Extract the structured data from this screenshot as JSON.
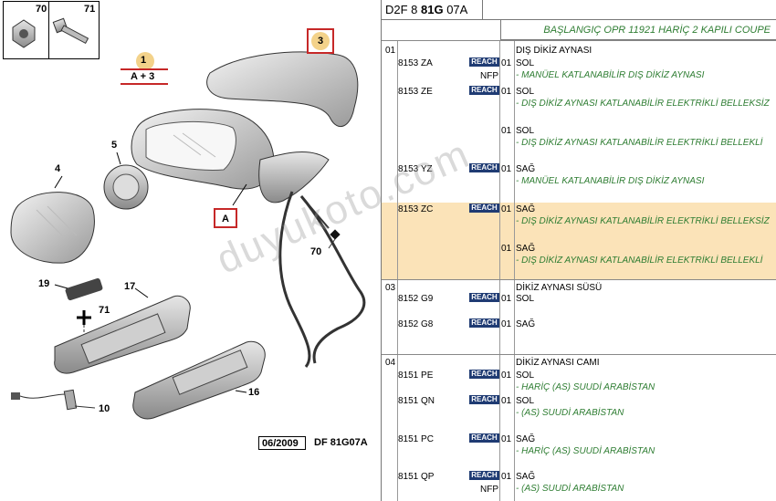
{
  "diagram": {
    "callouts": [
      "70",
      "71",
      "1",
      "A + 3",
      "3",
      "5",
      "4",
      "A",
      "70",
      "19",
      "17",
      "71",
      "16",
      "10"
    ],
    "date": "06/2009",
    "code": "DF 81G07A"
  },
  "header": {
    "code_prefix": "D2F 8 ",
    "code_bold": "81G",
    "code_suffix": " 07A",
    "condition": "BAŞLANGIÇ OPR 11921 HARİÇ 2 KAPILI COUPE"
  },
  "reach_label": "REACH",
  "groups": [
    {
      "num": "01",
      "title": "DIŞ DİKİZ AYNASI",
      "rows": [
        {
          "ref": "8153 ZA",
          "reach": true,
          "nfp": "NFP",
          "qty": "01",
          "side": "SOL",
          "desc": "- MANÜEL KATLANABİLİR DIŞ DİKİZ AYNASI"
        },
        {
          "ref": "8153 ZE",
          "reach": true,
          "nfp": "",
          "qty": "01",
          "side": "SOL",
          "desc": "- DIŞ DİKİZ AYNASI KATLANABİLİR ELEKTRİKLİ BELLEKSİZ"
        },
        {
          "ref": "",
          "reach": false,
          "nfp": "",
          "qty": "01",
          "side": "SOL",
          "desc": "- DIŞ DİKİZ AYNASI KATLANABİLİR ELEKTRİKLİ BELLEKLİ"
        },
        {
          "ref": "8153 YZ",
          "reach": true,
          "nfp": "",
          "qty": "01",
          "side": "SAĞ",
          "desc": "- MANÜEL KATLANABİLİR DIŞ DİKİZ AYNASI"
        },
        {
          "ref": "8153 ZC",
          "reach": true,
          "nfp": "",
          "qty": "01",
          "side": "SAĞ",
          "desc": "- DIŞ DİKİZ AYNASI KATLANABİLİR ELEKTRİKLİ BELLEKSİZ"
        },
        {
          "ref": "",
          "reach": false,
          "nfp": "",
          "qty": "01",
          "side": "SAĞ",
          "desc": "- DIŞ DİKİZ AYNASI KATLANABİLİR ELEKTRİKLİ BELLEKLİ"
        }
      ]
    },
    {
      "num": "03",
      "title": "DİKİZ AYNASI SÜSÜ",
      "rows": [
        {
          "ref": "8152 G9",
          "reach": true,
          "nfp": "",
          "qty": "01",
          "side": "SOL",
          "desc": ""
        },
        {
          "ref": "8152 G8",
          "reach": true,
          "nfp": "",
          "qty": "01",
          "side": "SAĞ",
          "desc": ""
        }
      ]
    },
    {
      "num": "04",
      "title": "DİKİZ AYNASI CAMI",
      "rows": [
        {
          "ref": "8151 PE",
          "reach": true,
          "nfp": "",
          "qty": "01",
          "side": "SOL",
          "desc": "- HARİÇ (AS) SUUDİ ARABİSTAN"
        },
        {
          "ref": "8151 QN",
          "reach": true,
          "nfp": "",
          "qty": "01",
          "side": "SOL",
          "desc": "- (AS) SUUDİ ARABİSTAN"
        },
        {
          "ref": "8151 PC",
          "reach": true,
          "nfp": "",
          "qty": "01",
          "side": "SAĞ",
          "desc": "- HARİÇ (AS) SUUDİ ARABİSTAN"
        },
        {
          "ref": "8151 QP",
          "reach": true,
          "nfp": "NFP",
          "qty": "01",
          "side": "SAĞ",
          "desc": "- (AS) SUUDİ ARABİSTAN"
        }
      ]
    }
  ],
  "watermark": "duyukoto.com",
  "colors": {
    "green_text": "#2e7d32",
    "reach_bg": "#1f3b73",
    "highlight": "#fbe3b8",
    "callout_border": "#c62828"
  }
}
